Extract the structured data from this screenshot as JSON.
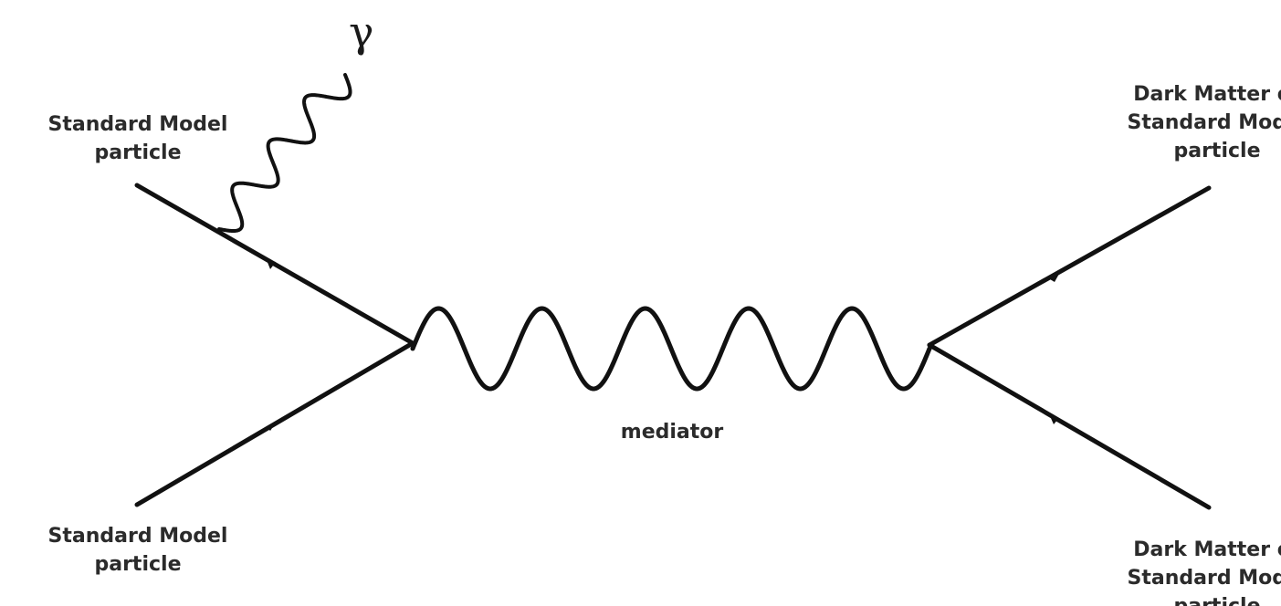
{
  "labels": {
    "top_left": [
      "Standard Model",
      "particle"
    ],
    "bottom_left": [
      "Standard Model",
      "particle"
    ],
    "top_right": [
      "Dark Matter or",
      "Standard Model",
      "particle"
    ],
    "bottom_right": [
      "Dark Matter or",
      "Standard Model",
      "particle"
    ],
    "mediator": "mediator",
    "photon": "γ"
  },
  "colors": {
    "line": "#111111",
    "text": "#2b2b2b"
  }
}
